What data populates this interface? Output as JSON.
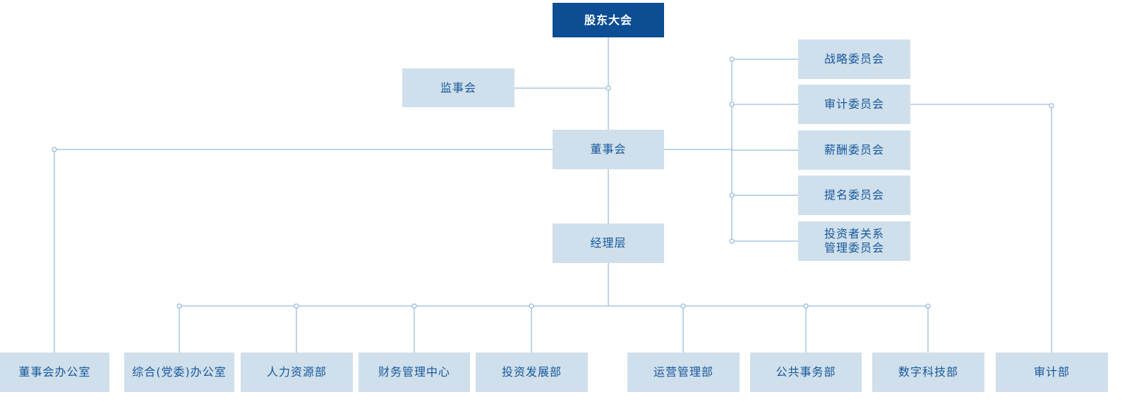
{
  "org": {
    "shareholders_meeting": "股东大会",
    "supervisory_board": "监事会",
    "board_of_directors": "董事会",
    "management": "经理层",
    "committees": [
      {
        "label": "战略委员会"
      },
      {
        "label": "审计委员会"
      },
      {
        "label": "薪酬委员会"
      },
      {
        "label": "提名委员会"
      },
      {
        "label": "投资者关系\n管理委员会"
      }
    ],
    "departments": [
      {
        "label": "董事会办公室"
      },
      {
        "label": "综合(党委)办公室"
      },
      {
        "label": "人力资源部"
      },
      {
        "label": "财务管理中心"
      },
      {
        "label": "投资发展部"
      },
      {
        "label": "运营管理部"
      },
      {
        "label": "公共事务部"
      },
      {
        "label": "数字科技部"
      },
      {
        "label": "审计部"
      }
    ],
    "colors": {
      "primary_dark": "#0c4d93",
      "box_light": "#cfdfeb",
      "text_blue": "#17589c",
      "line": "#7fa9d2"
    }
  }
}
